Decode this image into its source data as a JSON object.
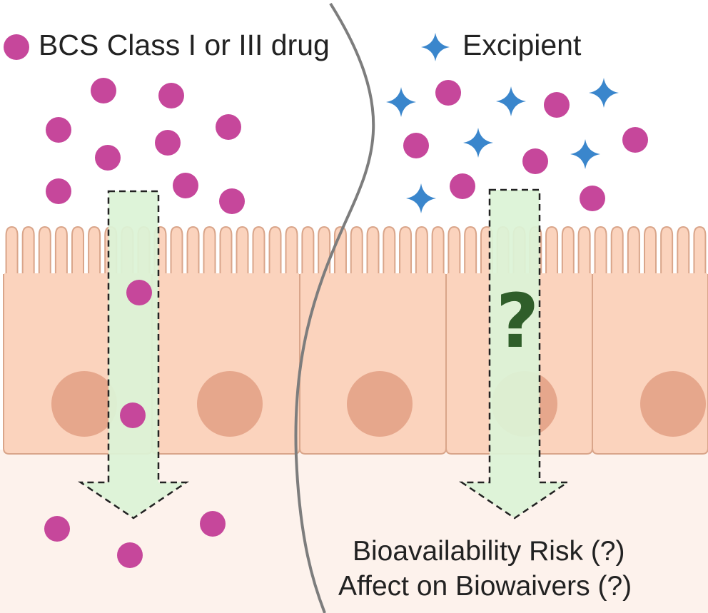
{
  "legend": {
    "drug_label": "BCS Class I or III drug",
    "excipient_label": "Excipient",
    "drug_icon": "magenta-circle",
    "excipient_icon": "blue-four-point-star"
  },
  "right_panel": {
    "question_mark": "?",
    "outcome_line1": "Bioavailability Risk (?)",
    "outcome_line2": "Affect on Biowaivers (?)"
  },
  "colors": {
    "drug": "#c6479b",
    "excipient": "#3a86cc",
    "cell": "#fbd3bd",
    "cell_border": "#d9a58a",
    "nucleus": "#e6a78c",
    "lumen": "#fdf2ec",
    "arrow_fill": "#dcf3d6",
    "question_mark": "#2f5e2a",
    "divider": "#7d7d7d"
  }
}
